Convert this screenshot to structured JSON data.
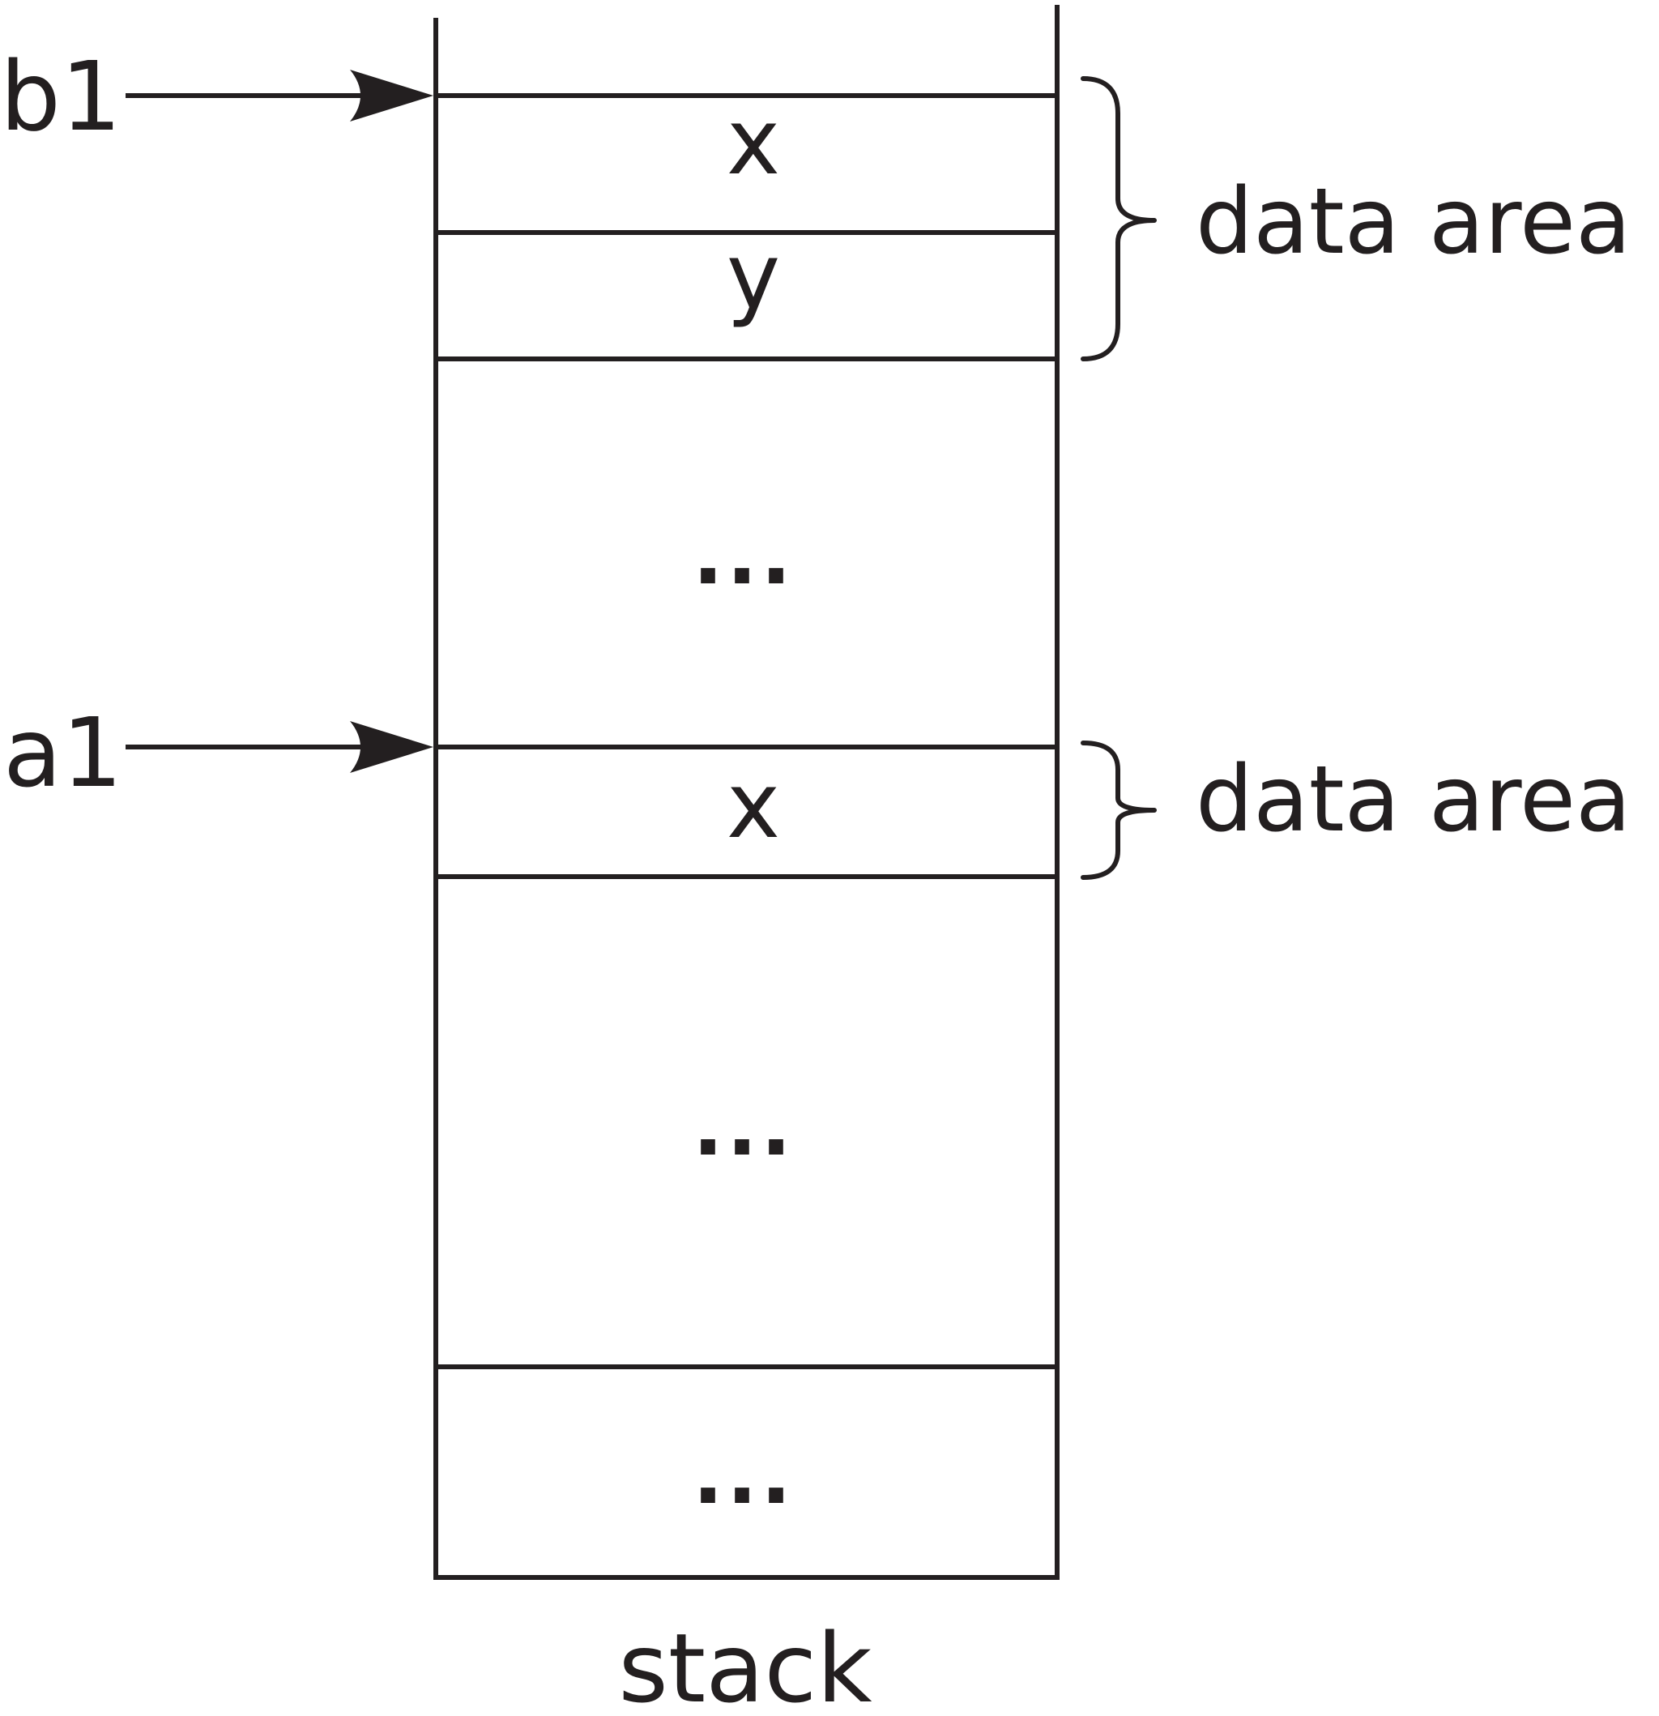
{
  "pointers": {
    "b1": "b1",
    "a1": "a1"
  },
  "cells": {
    "b1_x": "x",
    "b1_y": "y",
    "gap1": "...",
    "a1_x": "x",
    "gap2": "...",
    "bottom": "..."
  },
  "braces": {
    "b1_area": "data area",
    "a1_area": "data area"
  },
  "caption": "stack",
  "colors": {
    "ink": "#231f20",
    "background": "#ffffff"
  }
}
